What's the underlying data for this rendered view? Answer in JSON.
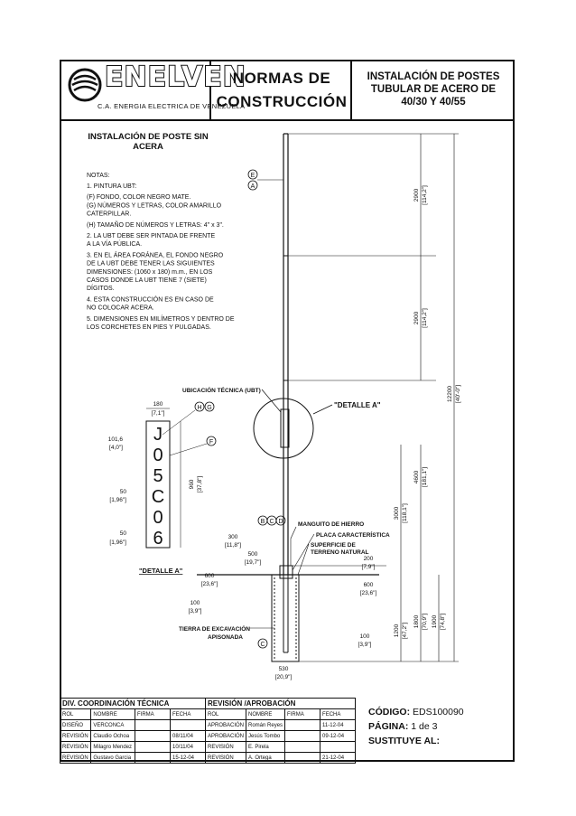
{
  "header": {
    "logo_word": "ENELVEN",
    "logo_sub": "C.A. ENERGIA ELECTRICA DE VENEZUELA",
    "title_line1": "NORMAS DE",
    "title_line2": "CONSTRUCCIÓN",
    "doc_title_line1": "INSTALACIÓN DE POSTES",
    "doc_title_line2": "TUBULAR DE ACERO DE",
    "doc_title_line3": "40/30 Y 40/55"
  },
  "drawing": {
    "heading_line1": "INSTALACIÓN DE POSTE SIN",
    "heading_line2": "ACERA",
    "notes_title": "NOTAS:",
    "notes": [
      "1.  PINTURA UBT:",
      "(F) FONDO, COLOR NEGRO MATE.",
      "(G) NÚMEROS Y LETRAS, COLOR AMARILLO",
      "     CATERPILLAR.",
      "(H) TAMAÑO DE NÚMEROS Y LETRAS: 4\" x 3\".",
      "2.  LA UBT DEBE SER PINTADA DE FRENTE",
      "     A LA VÍA PÚBLICA.",
      "3.  EN EL ÁREA FORÁNEA, EL FONDO NEGRO",
      "     DE LA UBT DEBE TENER LAS SIGUIENTES",
      "     DIMENSIONES: (1060 x 180) m.m., EN LOS",
      "     CASOS DONDE LA UBT TIENE 7 (SIETE)",
      "     DÍGITOS.",
      "4.  ESTA CONSTRUCCIÓN ES EN CASO DE",
      "     NO COLOCAR ACERA.",
      "5.  DIMENSIONES EN MILÍMETROS Y DENTRO DE",
      "     LOS CORCHETES EN PIES Y PULGADAS."
    ],
    "ubt_chars": [
      "J",
      "0",
      "5",
      "C",
      "0",
      "6"
    ],
    "labels": {
      "ubt": "UBICACIÓN TÉCNICA (UBT)",
      "detalle_a": "\"DETALLE A\"",
      "detalle_a_small": "\"DETALLE A\"",
      "manguito": "MANGUITO DE HIERRO",
      "placa": "PLACA CARACTERÍSTICA",
      "superficie1": "SUPERFICIE DE",
      "superficie2": "TERRENO NATURAL",
      "tierra1": "TIERRA DE EXCAVACIÓN",
      "tierra2": "APISONADA",
      "tag_e": "E",
      "tag_a": "A",
      "tag_h": "H",
      "tag_g": "G",
      "tag_f": "F",
      "tag_b": "B",
      "tag_c": "C",
      "tag_d": "D"
    },
    "dims": {
      "d180": "180",
      "d180i": "[7,1\"]",
      "d101": "101,6",
      "d101i": "[4,0\"]",
      "d50a": "50",
      "d50ai": "[1,96\"]",
      "d50b": "50",
      "d50bi": "[1,96\"]",
      "d960": "960",
      "d960i": "[37,8\"]",
      "d300": "300",
      "d300i": "[11,8\"]",
      "d500": "500",
      "d500i": "[19,7\"]",
      "d600a": "600",
      "d600ai": "[23,6\"]",
      "d100a": "100",
      "d100ai": "[3,9\"]",
      "d200": "200",
      "d200i": "[7,9\"]",
      "d600b": "600",
      "d600bi": "[23,6\"]",
      "d100b": "100",
      "d100bi": "[3,9\"]",
      "d530": "530",
      "d530i": "[20,9\"]",
      "d2900a": "2900",
      "d2900ai": "[114,2\"]",
      "d2900b": "2900",
      "d2900bi": "[114,2\"]",
      "d12200": "12200",
      "d12200i": "[40'-0\"]",
      "d4600": "4600",
      "d4600i": "[181,1\"]",
      "d3000": "3000",
      "d3000i": "[118,1\"]",
      "d1200": "1200",
      "d1200i": "[47,2\"]",
      "d1800": "1800",
      "d1800i": "[70,9\"]",
      "d1900": "1900",
      "d1900i": "[74,8\"]"
    }
  },
  "footer": {
    "div_label": "DIV. COORDINACIÓN TÉCNICA",
    "rev_label": "REVISIÓN /APROBACIÓN",
    "cols": [
      "ROL",
      "NOMBRE",
      "FIRMA",
      "FECHA"
    ],
    "rows": [
      {
        "rol": "DISEÑO",
        "nombre": "VERCONCA",
        "firma": "",
        "fecha": ""
      },
      {
        "rol": "REVISIÓN",
        "nombre": "Claudio Ochoa",
        "firma": "",
        "fecha": "08/11/04"
      },
      {
        "rol": "REVISIÓN",
        "nombre": "Milagro Mendez",
        "firma": "",
        "fecha": "10/11/04"
      },
      {
        "rol": "REVISIÓN",
        "nombre": "Gustavo Garcia",
        "firma": "",
        "fecha": "15-12-04"
      }
    ],
    "rows2": [
      {
        "rol": "APROBACIÓN",
        "nombre": "Román Reyes",
        "firma": "",
        "fecha": "11-12-04"
      },
      {
        "rol": "APROBACIÓN",
        "nombre": "Jesús Tombo",
        "firma": "",
        "fecha": "09-12-04"
      },
      {
        "rol": "REVISIÓN",
        "nombre": "E. Pirela",
        "firma": "",
        "fecha": ""
      },
      {
        "rol": "REVISIÓN",
        "nombre": "A. Ortega",
        "firma": "",
        "fecha": "21-12-04"
      }
    ],
    "codigo_label": "CÓDIGO:",
    "codigo": "EDS100090",
    "pagina_label": "PÁGINA:",
    "pagina": "1 de 3",
    "sustituye_label": "SUSTITUYE AL:"
  }
}
